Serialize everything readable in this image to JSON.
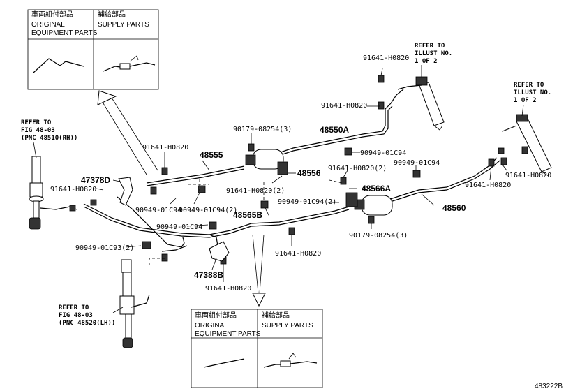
{
  "inset_top": {
    "original_jp": "車両組付部品",
    "original_en_line1": "ORIGINAL",
    "original_en_line2": "EQUIPMENT PARTS",
    "supply_jp": "補給部品",
    "supply_en": "SUPPLY PARTS"
  },
  "inset_bottom": {
    "original_jp": "車両組付部品",
    "original_en_line1": "ORIGINAL",
    "original_en_line2": "EQUIPMENT PARTS",
    "supply_jp": "補給部品",
    "supply_en": "SUPPLY PARTS"
  },
  "refer_illust_top": {
    "l1": "REFER TO",
    "l2": "ILLUST NO.",
    "l3": "1 OF 2"
  },
  "refer_illust_right": {
    "l1": "REFER TO",
    "l2": "ILLUST NO.",
    "l3": "1 OF 2"
  },
  "refer_fig_rh": {
    "l1": "REFER TO",
    "l2": "FIG 48-03",
    "l3": "(PNC 48510(RH))"
  },
  "refer_fig_lh": {
    "l1": "REFER TO",
    "l2": "FIG 48-03",
    "l3": "(PNC 48520(LH))"
  },
  "labels": {
    "p91641_top": "91641-H0820",
    "p91641_mid": "91641-H0820",
    "p90179_top": "90179-08254(3)",
    "p48550A": "48550A",
    "p91641_left": "91641-H0820",
    "p48555": "48555",
    "p90949_c94_a": "90949-01C94",
    "p48556": "48556",
    "p91641_2a": "91641-H0820(2)",
    "p47378D": "47378D",
    "p91641_left2": "91641-H0820",
    "p91641_2b": "91641-H0820(2)",
    "p90949_c94_b": "90949-01C94",
    "p48566A": "48566A",
    "p90949_c94_r": "90949-01C94",
    "p91641_r1": "91641-H0820",
    "p91641_r2": "91641-H0820",
    "p90949_c94_2a": "90949-01C94(2)",
    "p90949_c94_2b": "90949-01C94(2)",
    "p90949_c94_c": "90949-01C94",
    "p48565B": "48565B",
    "p48560": "48560",
    "p90179_bot": "90179-08254(3)",
    "p91641_bot": "91641-H0820",
    "p90949_c93": "90949-01C93(2)",
    "p47388B": "47388B",
    "p91641_bot2": "91641-H0820",
    "diagram_id": "483222B"
  }
}
